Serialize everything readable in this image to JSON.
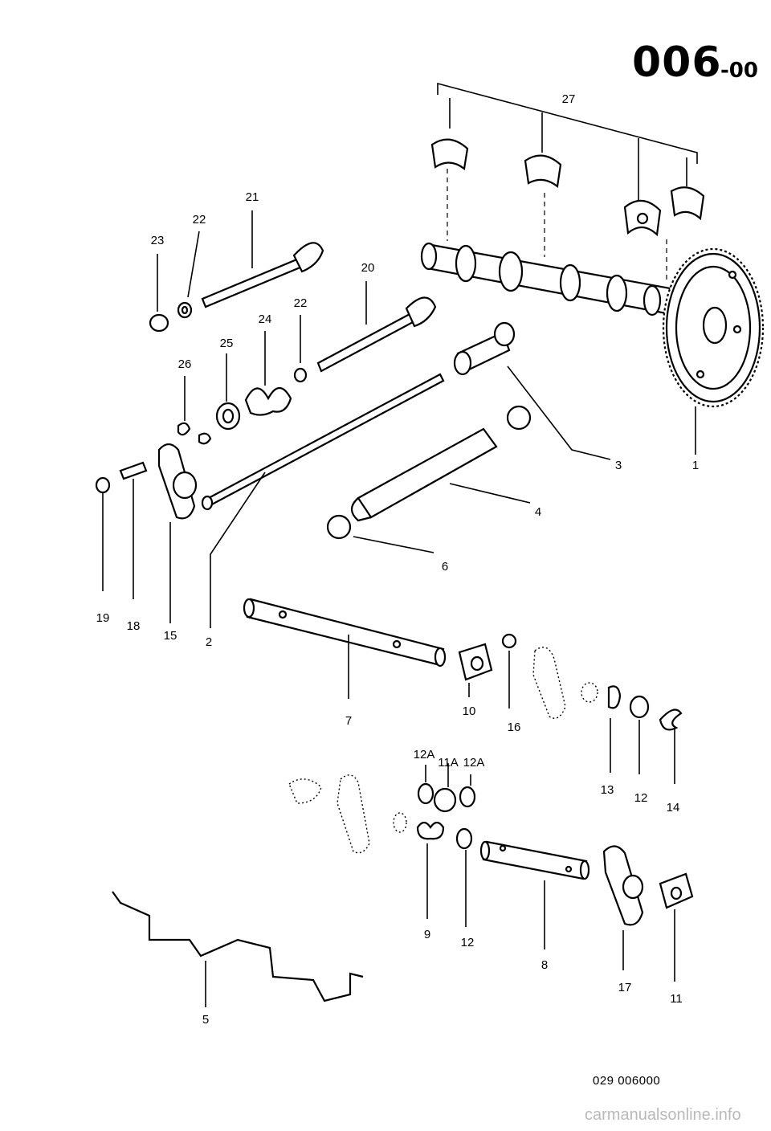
{
  "page_code": "006",
  "page_code_suffix": "-00",
  "drawing_number": "029 006000",
  "watermark": "carmanualsonline.info",
  "part_labels": [
    "1",
    "2",
    "3",
    "4",
    "5",
    "6",
    "7",
    "8",
    "9",
    "10",
    "11",
    "12",
    "12",
    "12",
    "13",
    "14",
    "15",
    "16",
    "17",
    "18",
    "19",
    "20",
    "21",
    "22",
    "22",
    "23",
    "24",
    "25",
    "26",
    "27",
    "12A",
    "11A",
    "12A"
  ]
}
